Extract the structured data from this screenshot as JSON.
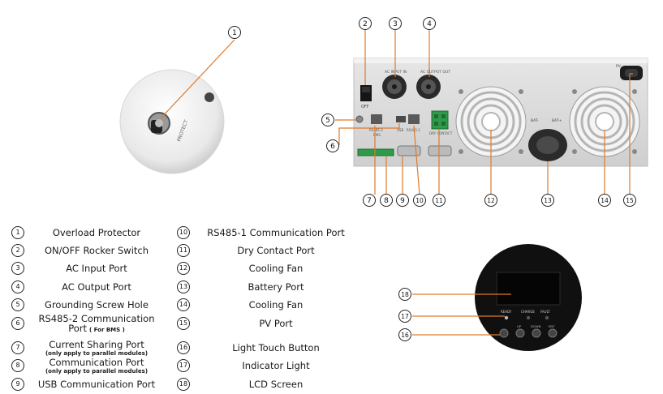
{
  "callouts": [
    "1",
    "2",
    "3",
    "4",
    "5",
    "6",
    "7",
    "8",
    "9",
    "10",
    "11",
    "12",
    "13",
    "14",
    "15",
    "16",
    "17",
    "18"
  ],
  "panel_labels": {
    "off": "OFF",
    "ac_in": "AC INPUT IN",
    "ac_out": "AC OUTPUT OUT",
    "rs485_2": "RS485-2",
    "bms": "BMS",
    "usb": "USB",
    "rs485_1": "RS485-1",
    "dry": "DRY CONTACT",
    "bat_minus": "BAT-",
    "bat_plus": "BAT+",
    "pv": "PV",
    "protect": "PROTECT",
    "ready": "READY",
    "charge": "CHARGE",
    "fault": "FAULT",
    "up": "UP",
    "down": "DOWN",
    "ent": "ENT"
  },
  "legend": {
    "left": [
      {
        "num": "1",
        "label": "Overload Protector"
      },
      {
        "num": "2",
        "label": "ON/OFF Rocker Switch"
      },
      {
        "num": "3",
        "label": "AC Input Port"
      },
      {
        "num": "4",
        "label": "AC Output Port"
      },
      {
        "num": "5",
        "label": "Grounding Screw Hole"
      },
      {
        "num": "6",
        "label": "RS485-2 Communication",
        "label2": "Port",
        "sub": "( For BMS )"
      },
      {
        "num": "7",
        "label": "Current Sharing Port",
        "sub": "(only apply to parallel modules)"
      },
      {
        "num": "8",
        "label": "Communication Port",
        "sub": "(only apply to parallel modules)"
      },
      {
        "num": "9",
        "label": "USB Communication Port"
      }
    ],
    "right": [
      {
        "num": "10",
        "label": "RS485-1 Communication Port"
      },
      {
        "num": "11",
        "label": "Dry Contact Port"
      },
      {
        "num": "12",
        "label": "Cooling Fan"
      },
      {
        "num": "13",
        "label": "Battery Port"
      },
      {
        "num": "14",
        "label": "Cooling Fan"
      },
      {
        "num": "15",
        "label": "PV Port"
      },
      {
        "num": "16",
        "label": "Light Touch Button"
      },
      {
        "num": "17",
        "label": "Indicator Light"
      },
      {
        "num": "18",
        "label": "LCD Screen"
      }
    ]
  },
  "colors": {
    "leader": "#e07a2a",
    "panel": "#dcdcdc",
    "device_face": "#111111"
  }
}
